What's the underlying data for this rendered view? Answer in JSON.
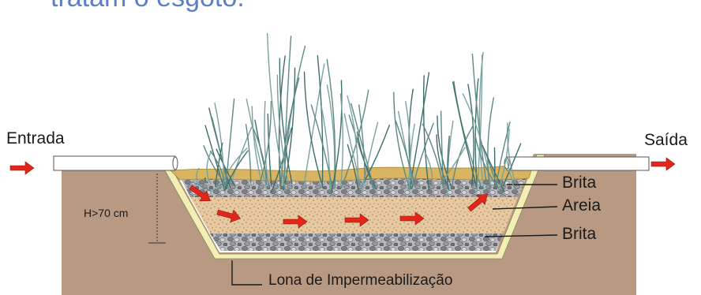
{
  "title_partial": "tratam o esgoto.",
  "labels": {
    "inlet": "Entrada",
    "outlet": "Saída",
    "depth": "H>70 cm",
    "gravel_top": "Brita",
    "sand": "Areia",
    "gravel_bottom": "Brita",
    "liner": "Lona de Impermeabilização"
  },
  "colors": {
    "soil": "#b89a83",
    "sand": "#e6c9a0",
    "gravel": "#9ea0a6",
    "liner": "#f2eeb4",
    "flow_arrow": "#e2261c",
    "plants": "#5d8a86",
    "title": "#5b7fc0"
  },
  "icons": [
    "flow-arrow-icon",
    "reed-plant-icon"
  ]
}
